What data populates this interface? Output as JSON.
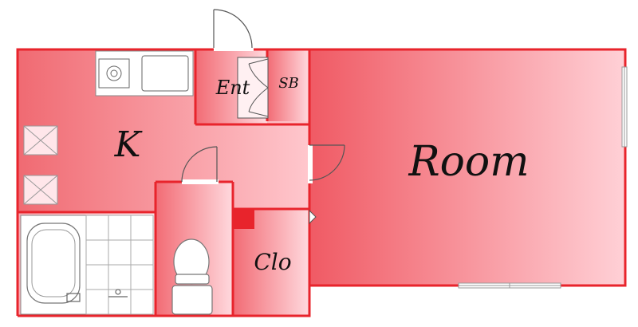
{
  "rooms": {
    "kitchen": "K",
    "room": "Room",
    "entrance": "Ent",
    "shoe_box": "SB",
    "closet": "Clo"
  },
  "colors": {
    "wall": "#e8242c",
    "fill_deep": "#f05a64",
    "fill_light": "#ffd5da",
    "fixture": "#ffffff",
    "fixture_line": "#888888"
  }
}
